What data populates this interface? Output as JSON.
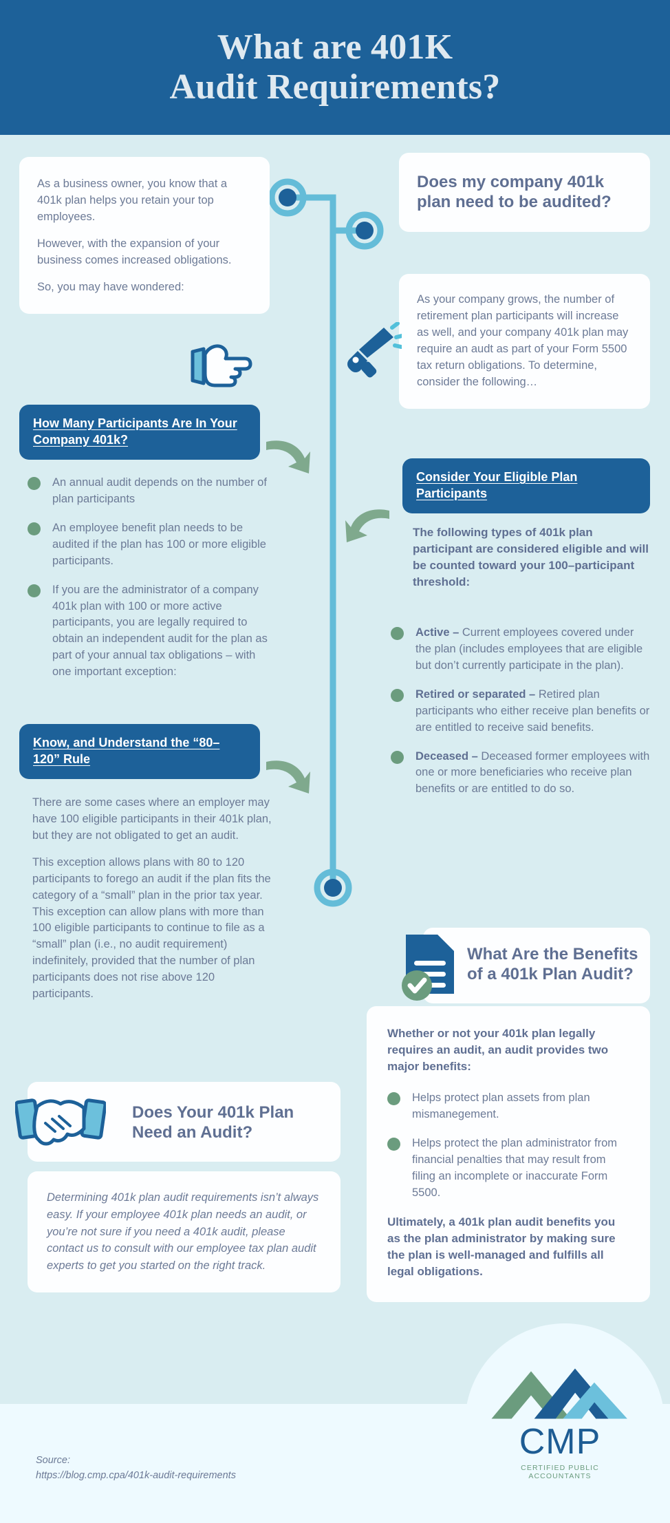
{
  "header": {
    "title_line1": "What are 401K",
    "title_line2": "Audit Requirements?"
  },
  "colors": {
    "brand_blue": "#1d6199",
    "page_bg": "#d9edf1",
    "card_bg": "#fdfeff",
    "body_text": "#6c7a96",
    "heading_text": "#5f6f92",
    "accent_green": "#6b9c7e",
    "timeline_blue": "#64bcd8",
    "footer_band": "#eefaff"
  },
  "intro_card": {
    "p1": "As a business owner, you know that a 401k plan helps you retain your top employees.",
    "p2": "However, with the expansion of your business comes increased obligations.",
    "p3": "So, you may have wondered:"
  },
  "question_1": {
    "heading": "Does my company 401k plan need to be audited?",
    "body": "As your company grows, the number of retirement plan participants will increase as well, and your company 401k plan may require an audt as part of your Form 5500 tax return obligations. To determine, consider the following…"
  },
  "section_participants": {
    "pill": "How Many Participants Are In Your Company 401k?",
    "bullets": [
      "An annual audit depends on the number of plan participants",
      "An employee benefit plan needs to be audited if the plan has 100 or more eligible participants.",
      "If you are the administrator of a company 401k plan with 100 or more active participants, you are legally required to obtain an independent audit for the plan as part of your annual tax obligations – with one important exception:"
    ]
  },
  "section_rule": {
    "pill": "Know, and Understand the “80–120” Rule",
    "p1": "There are some cases where an employer may have 100 eligible participants in their 401k plan, but they are not obligated to get an audit.",
    "p2": "This exception allows plans with 80 to 120 participants to forego an audit if the plan fits the category of a “small” plan in the prior tax year. This exception can allow plans with more than 100 eligible participants to continue to file as a “small” plan (i.e., no audit requirement) indefinitely, provided that the number of plan participants does not rise above 120 participants."
  },
  "section_eligible": {
    "pill": "Consider Your Eligible Plan Participants",
    "lead": "The following types of 401k plan participant are considered eligible and will be counted toward your 100–participant threshold:",
    "bullets": [
      {
        "label": "Active –",
        "text": " Current employees covered under the plan (includes employees that are eligible but don’t currently participate in the plan)."
      },
      {
        "label": "Retired or separated –",
        "text": " Retired plan participants who either receive plan benefits or are entitled to receive said benefits."
      },
      {
        "label": "Deceased –",
        "text": " Deceased former employees with one or more beneficiaries who receive plan benefits or are entitled to do so."
      }
    ]
  },
  "section_benefits": {
    "heading": "What Are the Benefits of a 401k Plan Audit?",
    "lead": "Whether or not your 401k plan legally requires an audit, an audit provides two major benefits:",
    "bullets": [
      "Helps protect plan assets from plan mismanegement.",
      "Helps protect the plan administrator from financial penalties that may result from filing an incomplete or inaccurate Form 5500."
    ],
    "closing": "Ultimately, a 401k plan audit benefits you as the plan administrator by making sure the plan is well-managed and fulfills all legal obligations."
  },
  "section_need_audit": {
    "heading": "Does Your 401k Plan Need an Audit?",
    "body": "Determining 401k plan audit requirements isn’t always easy. If your employee 401k plan needs an audit, or you’re not sure if you need a 401k audit, please contact us to consult with our employee tax plan audit experts to get you started on the right track."
  },
  "footer": {
    "source_label": "Source:",
    "source_url": "https://blog.cmp.cpa/401k-audit-requirements",
    "logo_word": "CMP",
    "logo_sub": "CERTIFIED PUBLIC ACCOUNTANTS"
  }
}
